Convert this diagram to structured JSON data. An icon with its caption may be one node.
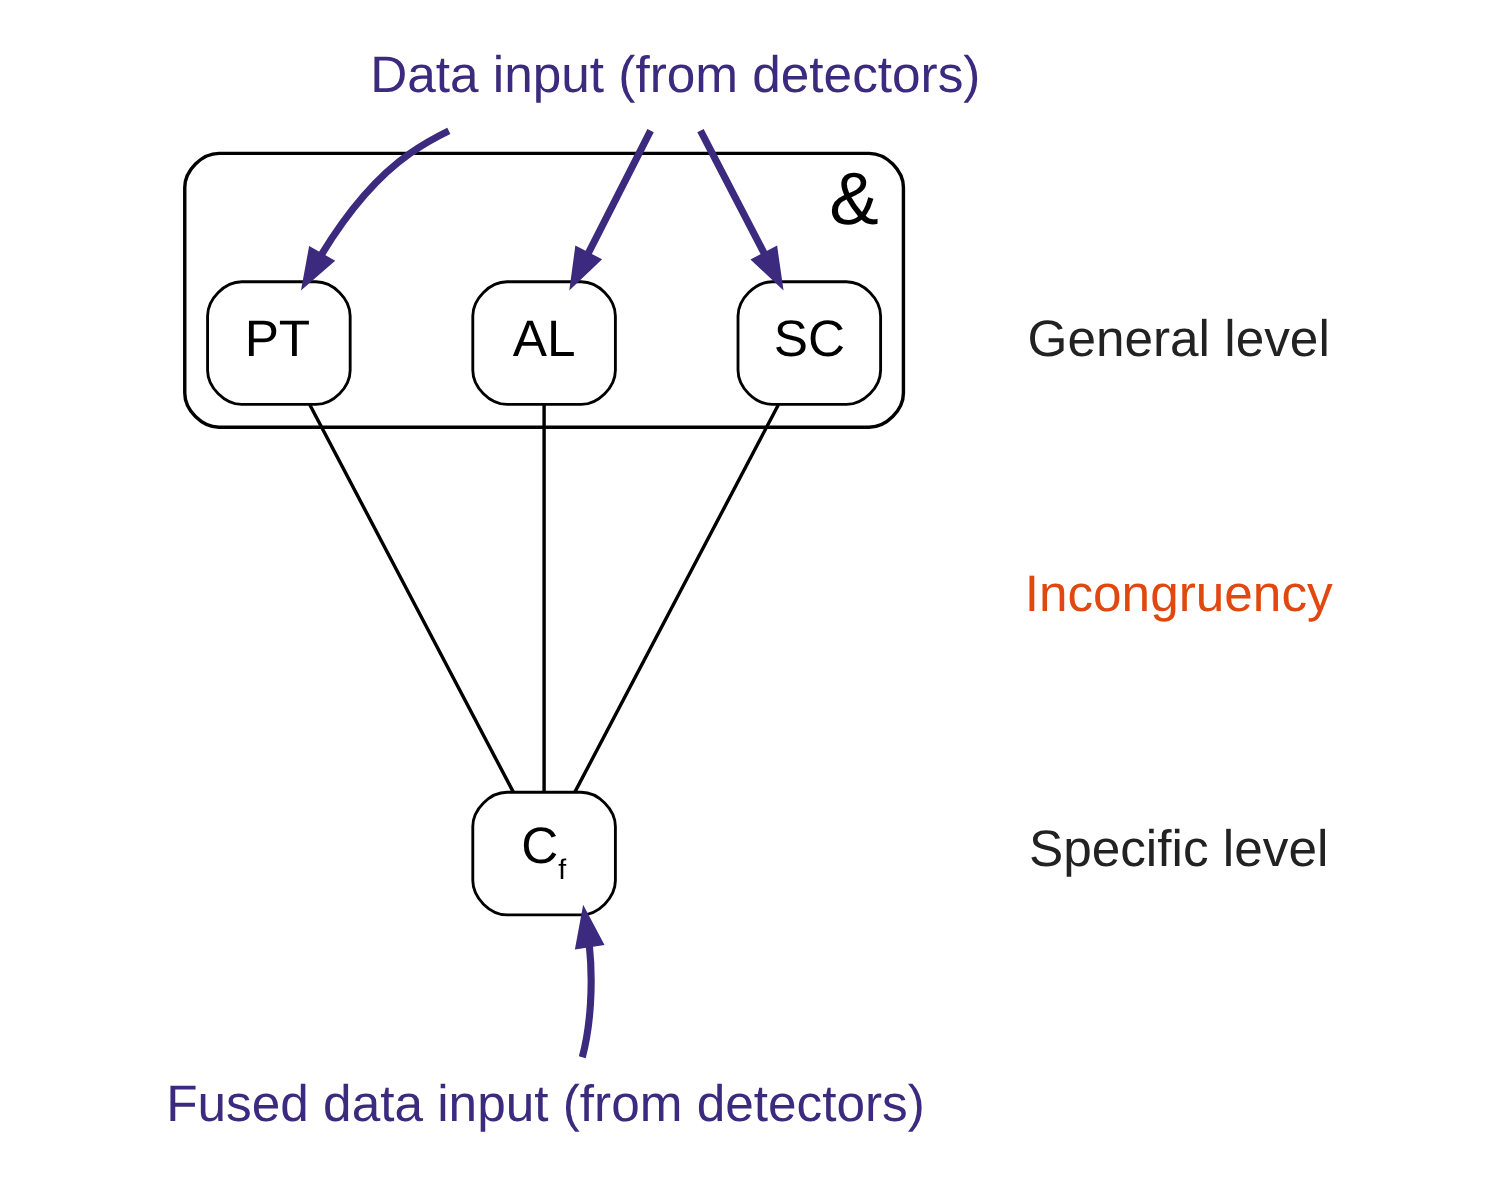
{
  "diagram": {
    "nodes": [
      {
        "text": [
          "Data input (from detectors)"
        ]
      },
      {
        "text": [
          "&"
        ]
      },
      {
        "text": [
          "PT"
        ],
        "in": 1
      },
      {
        "text": [
          "AL"
        ],
        "in": 1
      },
      {
        "text": [
          "SC"
        ],
        "in": 1
      },
      {
        "text": [
          "C$_{f}$"
        ]
      },
      {
        "text": [
          "Fused data input (from detectors)"
        ]
      }
    ],
    "edges": [
      {
        "from": 0,
        "to": 2,
        "arrow": "to"
      },
      {
        "from": 0,
        "to": 3,
        "arrow": "to"
      },
      {
        "from": 0,
        "to": 4,
        "arrow": "to"
      },
      {
        "from": 2,
        "to": 5,
        "arrow": "none",
        "color": "#000000"
      },
      {
        "from": 3,
        "to": 5,
        "arrow": "none",
        "color": "#000000"
      },
      {
        "from": 4,
        "to": 5,
        "arrow": "none",
        "color": "#000000"
      },
      {
        "from": 6,
        "to": 5,
        "arrow": "to"
      }
    ],
    "labels": [
      "General level",
      "Incongruency",
      "Specific level"
    ]
  }
}
